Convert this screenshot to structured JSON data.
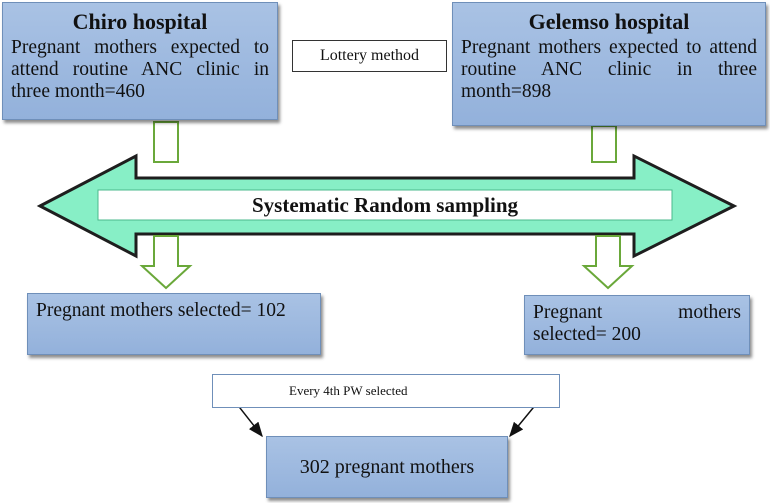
{
  "chiro": {
    "title": "Chiro hospital",
    "text": "Pregnant mothers expected to attend routine ANC clinic in three month=460"
  },
  "gelemso": {
    "title": "Gelemso hospital",
    "text": "Pregnant mothers expected to attend routine ANC clinic in three month=898"
  },
  "lottery_label": "Lottery method",
  "band_label": "Systematic Random sampling",
  "chiro_selected": "Pregnant mothers selected= 102",
  "gelemso_selected": "Pregnant mothers selected= 200",
  "interval_label": "Every 4th PW selected",
  "total": "302 pregnant mothers",
  "colors": {
    "box_fill": "#9bb8df",
    "arrow_fill": "#86f0c8",
    "outline_arrow": "#6aa83a"
  }
}
